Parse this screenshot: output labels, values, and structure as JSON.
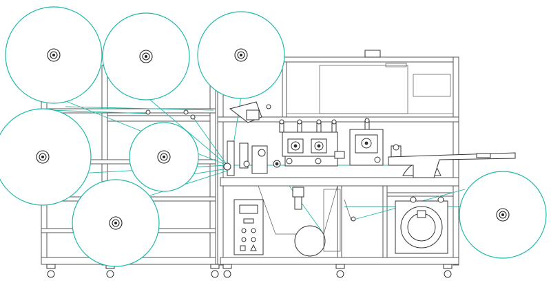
{
  "figure": {
    "style": "line drawing, black frame lines with teal material webs",
    "accent_color": "#1fb8a8",
    "line_color": "#444444",
    "background": "#ffffff"
  },
  "reel_count": 8,
  "components": [
    "unwind-reels",
    "machine-frame",
    "roller-stations",
    "control-panel",
    "output-conveyor",
    "product-reel",
    "caster-wheels"
  ]
}
